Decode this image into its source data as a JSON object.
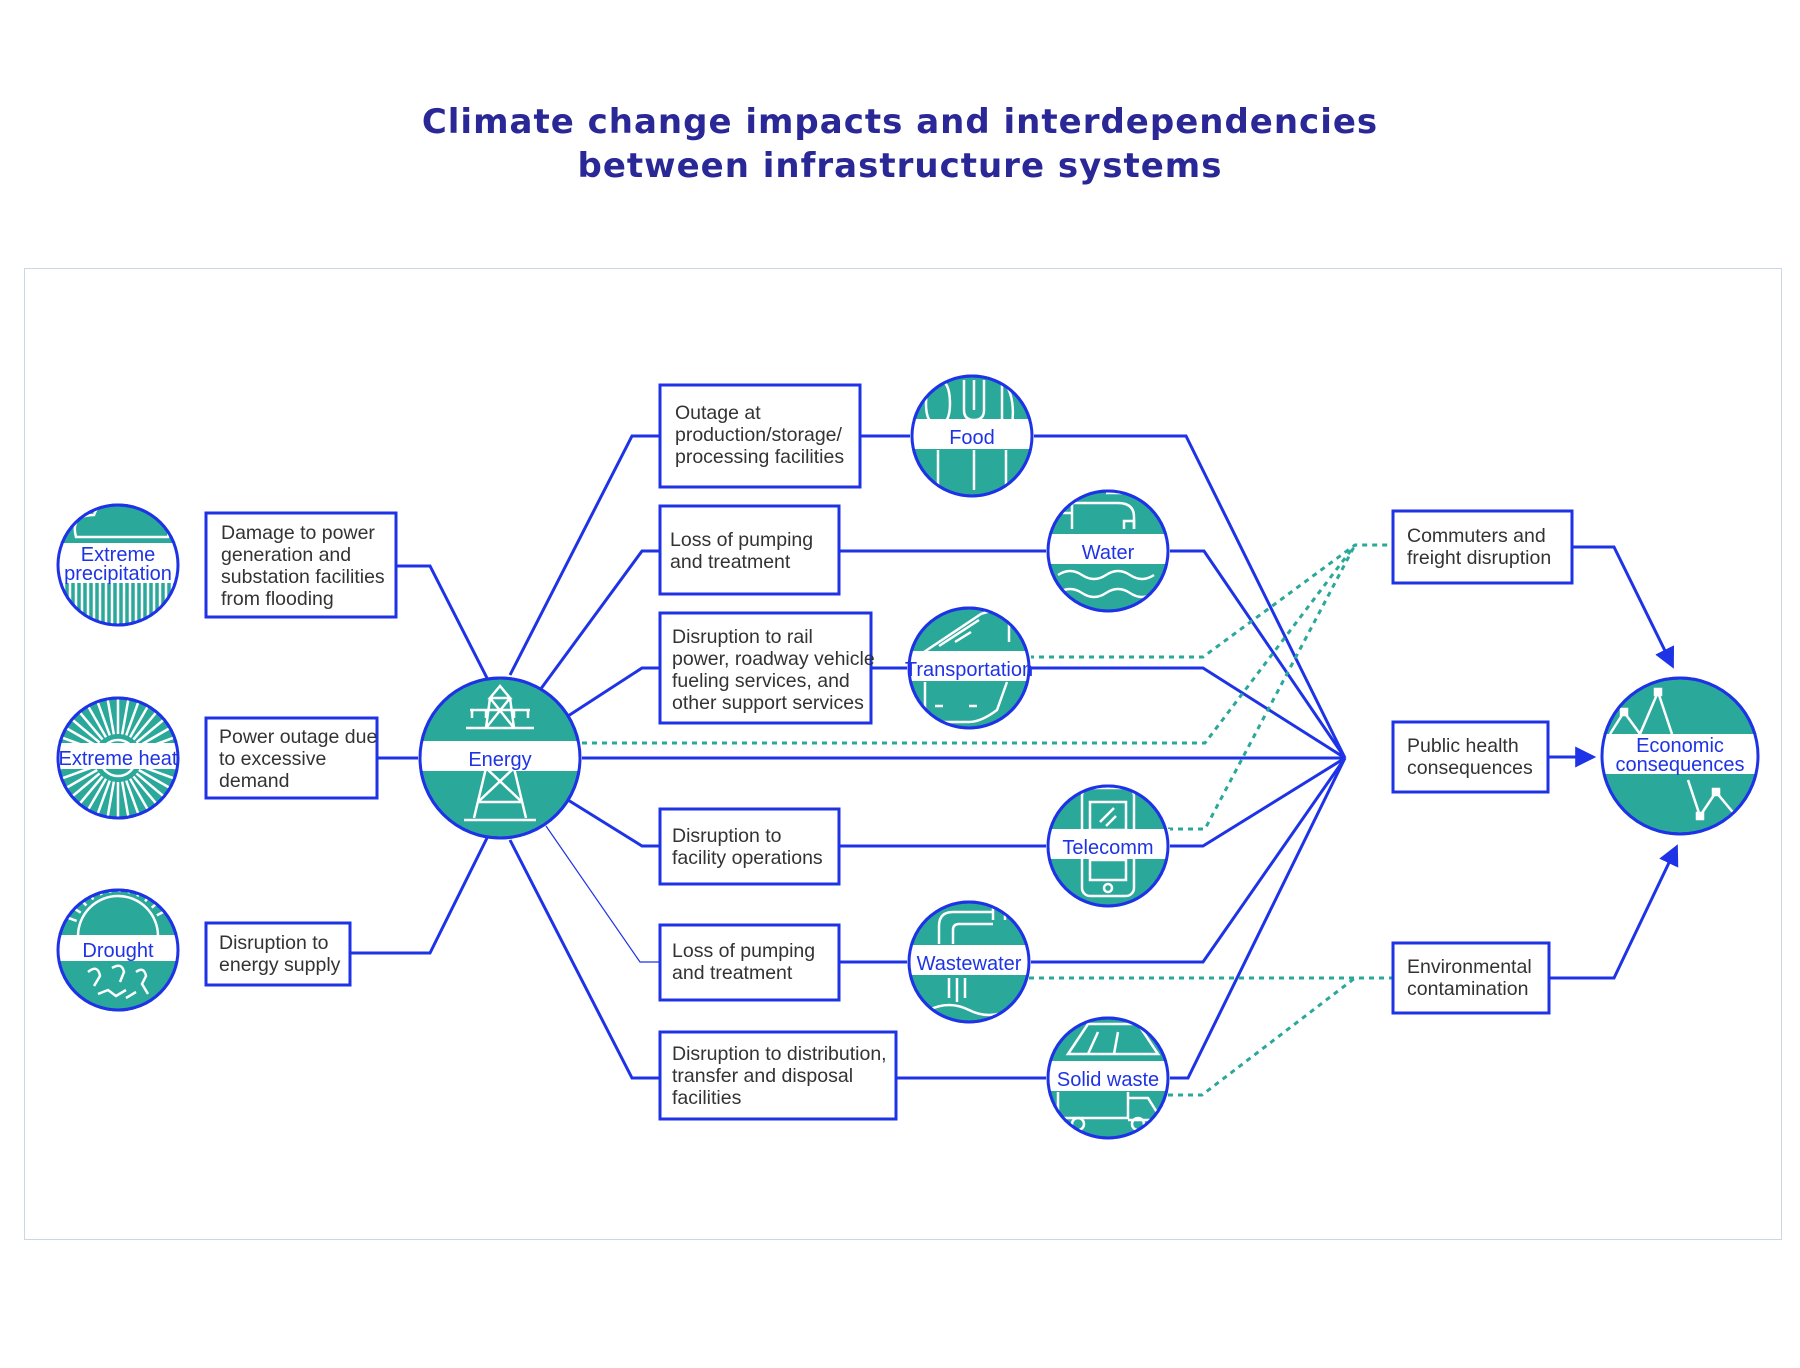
{
  "title": {
    "line1": "Climate change impacts and interdependencies",
    "line2": "between infrastructure systems"
  },
  "colors": {
    "primary_blue": "#1f33e6",
    "teal": "#2aa89a",
    "dashed_teal": "#2aa89a",
    "title": "#2a2796",
    "frame": "#c9d8e4"
  },
  "hazards": [
    {
      "id": "extreme-precipitation",
      "label": "Extreme precipitation",
      "lines": [
        "Extreme",
        "precipitation"
      ],
      "icon": "cloud-rain-icon"
    },
    {
      "id": "extreme-heat",
      "label": "Extreme heat",
      "lines": [
        "Extreme heat"
      ],
      "icon": "sun-icon"
    },
    {
      "id": "drought",
      "label": "Drought",
      "lines": [
        "Drought"
      ],
      "icon": "cracked-sun-icon"
    }
  ],
  "hazard_impacts": [
    {
      "id": "damage-flooding",
      "lines": [
        "Damage to power",
        "generation and",
        "substation facilities",
        "from flooding"
      ]
    },
    {
      "id": "power-outage-demand",
      "lines": [
        "Power outage due",
        "to excessive",
        "demand"
      ]
    },
    {
      "id": "disruption-energy-supply",
      "lines": [
        "Disruption to",
        "energy supply"
      ]
    }
  ],
  "energy": {
    "label": "Energy",
    "icon": "power-tower-icon"
  },
  "energy_impacts": [
    {
      "id": "outage-facilities",
      "lines": [
        "Outage at",
        "production/storage/",
        "processing facilities"
      ]
    },
    {
      "id": "loss-pumping-water",
      "lines": [
        "Loss of pumping",
        "and treatment"
      ]
    },
    {
      "id": "disruption-rail",
      "lines": [
        "Disruption to rail",
        "power, roadway vehicle",
        "fueling services, and",
        "other support services"
      ]
    },
    {
      "id": "disruption-facility-ops",
      "lines": [
        "Disruption to",
        "facility operations"
      ]
    },
    {
      "id": "loss-pumping-wastewater",
      "lines": [
        "Loss of pumping",
        "and treatment"
      ]
    },
    {
      "id": "disruption-distribution",
      "lines": [
        "Disruption to distribution,",
        "transfer and disposal",
        "facilities"
      ]
    }
  ],
  "systems": [
    {
      "id": "food",
      "label": "Food",
      "icon": "utensils-icon"
    },
    {
      "id": "water",
      "label": "Water",
      "icon": "faucet-icon"
    },
    {
      "id": "transportation",
      "label": "Transportation",
      "icon": "train-icon"
    },
    {
      "id": "telecomm",
      "label": "Telecomm",
      "icon": "phone-icon"
    },
    {
      "id": "wastewater",
      "label": "Wastewater",
      "icon": "pipe-icon"
    },
    {
      "id": "solid-waste",
      "label": "Solid waste",
      "icon": "truck-icon"
    }
  ],
  "consequences": [
    {
      "id": "commuters",
      "lines": [
        "Commuters and",
        "freight disruption"
      ]
    },
    {
      "id": "public-health",
      "lines": [
        "Public health",
        "consequences"
      ]
    },
    {
      "id": "environmental",
      "lines": [
        "Environmental",
        "contamination"
      ]
    }
  ],
  "economic": {
    "label": "Economic consequences",
    "lines": [
      "Economic",
      "consequences"
    ],
    "icon": "trend-chart-icon"
  }
}
